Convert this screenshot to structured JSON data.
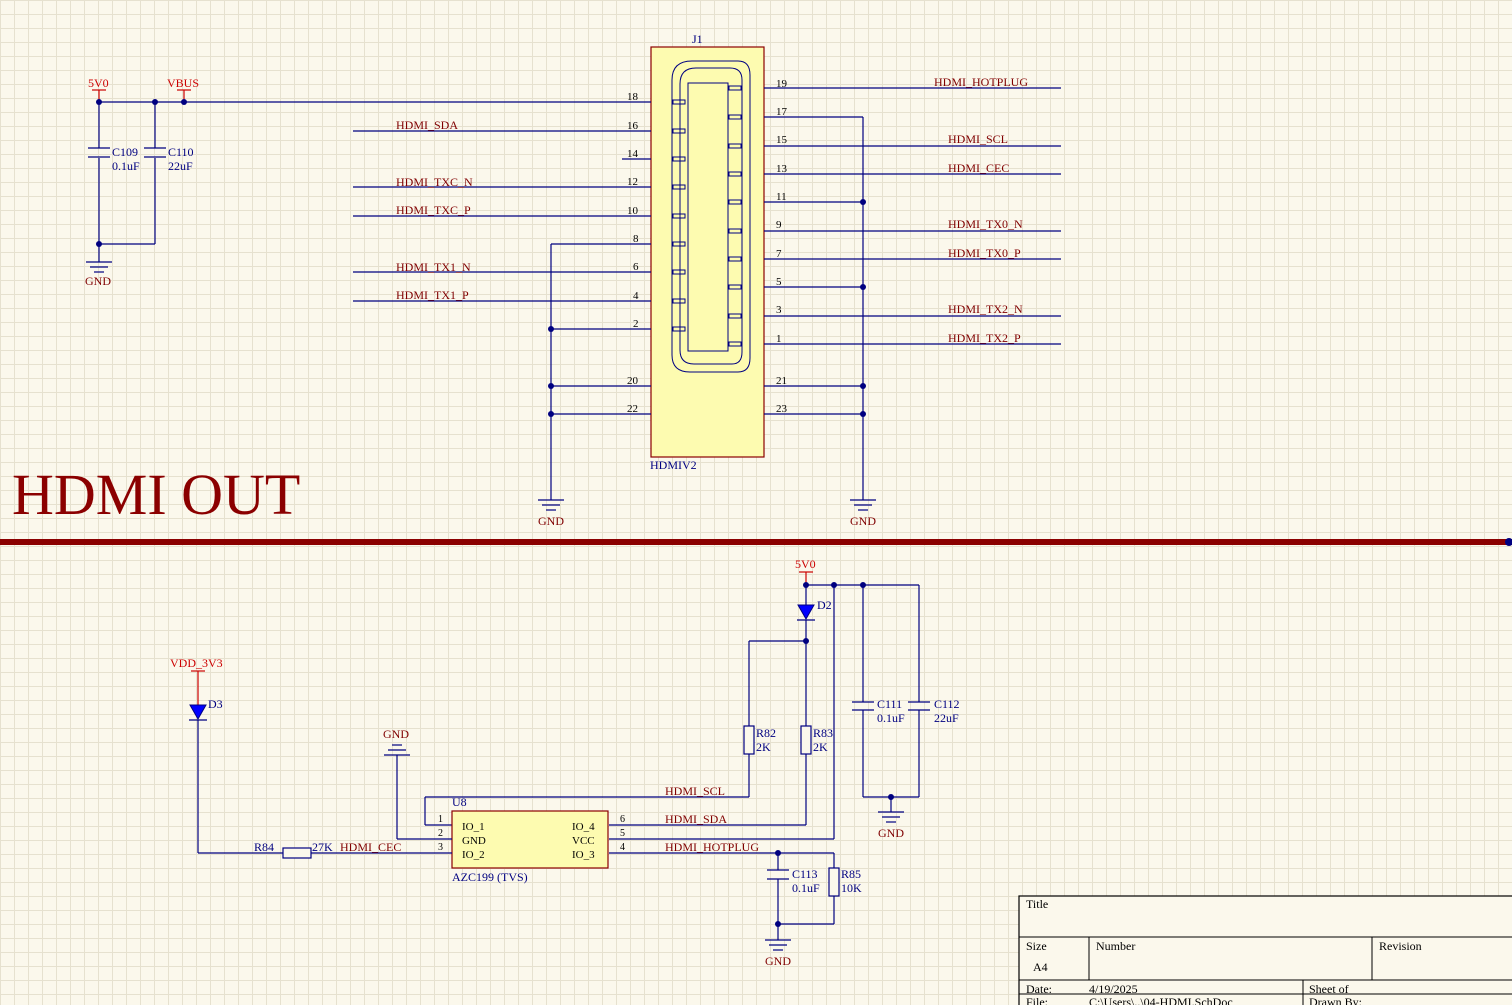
{
  "section_title": "HDMI OUT",
  "connector": {
    "ref": "J1",
    "part": "HDMIV2",
    "left_pins": [
      "18",
      "16",
      "14",
      "12",
      "10",
      "8",
      "6",
      "4",
      "2",
      "20",
      "22"
    ],
    "right_pins": [
      "19",
      "17",
      "15",
      "13",
      "11",
      "9",
      "7",
      "5",
      "3",
      "1",
      "21",
      "23"
    ]
  },
  "nets": {
    "hotplug": "HDMI_HOTPLUG",
    "sda": "HDMI_SDA",
    "scl": "HDMI_SCL",
    "cec": "HDMI_CEC",
    "txc_n": "HDMI_TXC_N",
    "txc_p": "HDMI_TXC_P",
    "tx0_n": "HDMI_TX0_N",
    "tx0_p": "HDMI_TX0_P",
    "tx1_n": "HDMI_TX1_N",
    "tx1_p": "HDMI_TX1_P",
    "tx2_n": "HDMI_TX2_N",
    "tx2_p": "HDMI_TX2_P"
  },
  "power": {
    "v5": "5V0",
    "vbus": "VBUS",
    "vdd": "VDD_3V3",
    "gnd": "GND"
  },
  "components": {
    "c109": {
      "ref": "C109",
      "value": "0.1uF"
    },
    "c110": {
      "ref": "C110",
      "value": "22uF"
    },
    "c111": {
      "ref": "C111",
      "value": "0.1uF"
    },
    "c112": {
      "ref": "C112",
      "value": "22uF"
    },
    "c113": {
      "ref": "C113",
      "value": "0.1uF"
    },
    "r82": {
      "ref": "R82",
      "value": "2K"
    },
    "r83": {
      "ref": "R83",
      "value": "2K"
    },
    "r84": {
      "ref": "R84",
      "value": "27K"
    },
    "r85": {
      "ref": "R85",
      "value": "10K"
    },
    "d2": {
      "ref": "D2"
    },
    "d3": {
      "ref": "D3"
    },
    "u8": {
      "ref": "U8",
      "part": "AZC199 (TVS)",
      "pins_left": [
        "IO_1",
        "GND",
        "IO_2"
      ],
      "pins_right": [
        "IO_4",
        "VCC",
        "IO_3"
      ],
      "pin_nums_left": [
        "1",
        "2",
        "3"
      ],
      "pin_nums_right": [
        "6",
        "5",
        "4"
      ]
    }
  },
  "title_block": {
    "title_label": "Title",
    "size_label": "Size",
    "size_value": "A4",
    "number_label": "Number",
    "revision_label": "Revision",
    "date_label": "Date:",
    "date_value": "4/19/2025",
    "sheet_label": "Sheet  of",
    "file_label": "File:",
    "file_value": "C:\\Users\\..\\04-HDMI.SchDoc",
    "drawn_label": "Drawn By:"
  }
}
